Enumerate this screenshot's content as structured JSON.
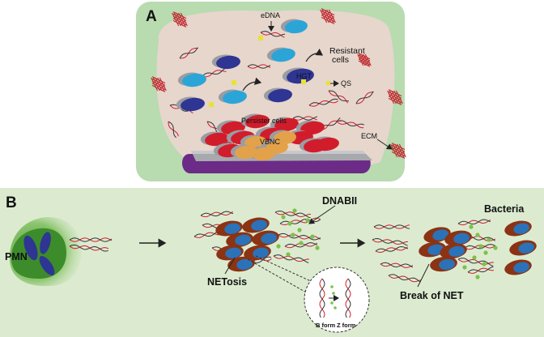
{
  "panel_a": {
    "letter": "A",
    "labels": {
      "edna": "eDNA",
      "resistant": "Resistant\ncells",
      "hgt": "HGT",
      "qs": "QS",
      "persister": "Persister cells",
      "vbnc": "VBNC",
      "ecm": "ECM"
    }
  },
  "panel_b": {
    "letter": "B",
    "labels": {
      "pmn": "PMN",
      "dnabii": "DNABII",
      "netosis": "NETosis",
      "bacteria": "Bacteria",
      "break_of_net": "Break of NET",
      "b_form": "B form",
      "z_form": "Z form"
    }
  },
  "colors": {
    "panel_a_bg": "#b8dbb0",
    "panel_a_inner": "#e6d6cc",
    "panel_b_bg": "#dcebd0",
    "dark_cell": "#2e3592",
    "light_cell": "#2ba5d8",
    "red_cell": "#d11d2b",
    "orange_cell": "#e3a24a",
    "cell_shadow": "#9a9ca3",
    "substrate": "#6b2b87",
    "dna_red": "#d11d2b",
    "dna_dark": "#33333a",
    "ecm_red": "#c0282e",
    "qs_yellow": "#e8e235",
    "brown_cell": "#8b3313",
    "green_dot": "#7cc14c"
  },
  "icons": [
    "edna-strand-icon",
    "ecm-mesh-icon",
    "pmn-cell-icon",
    "arrow-icon"
  ]
}
